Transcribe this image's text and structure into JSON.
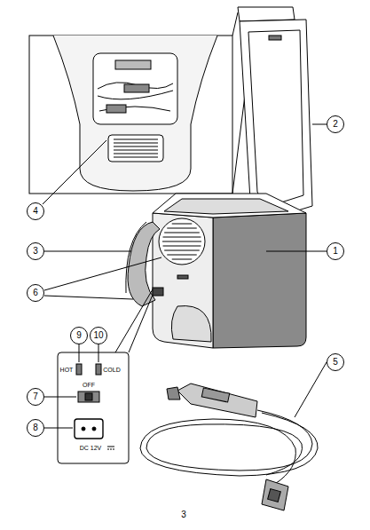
{
  "diagram": {
    "nodes": [
      {
        "text": [
          "2"
        ]
      },
      {
        "text": [
          "4"
        ]
      },
      {
        "text": [
          "3"
        ]
      },
      {
        "text": [
          "1"
        ]
      },
      {
        "text": [
          "6"
        ]
      },
      {
        "text": [
          "9"
        ]
      },
      {
        "text": [
          "10"
        ]
      },
      {
        "text": [
          "5"
        ]
      },
      {
        "text": [
          "7"
        ]
      },
      {
        "text": [
          "8"
        ]
      }
    ],
    "labels": [
      "HOT",
      "COLD",
      "OFF",
      "DC 12V",
      "3"
    ]
  }
}
